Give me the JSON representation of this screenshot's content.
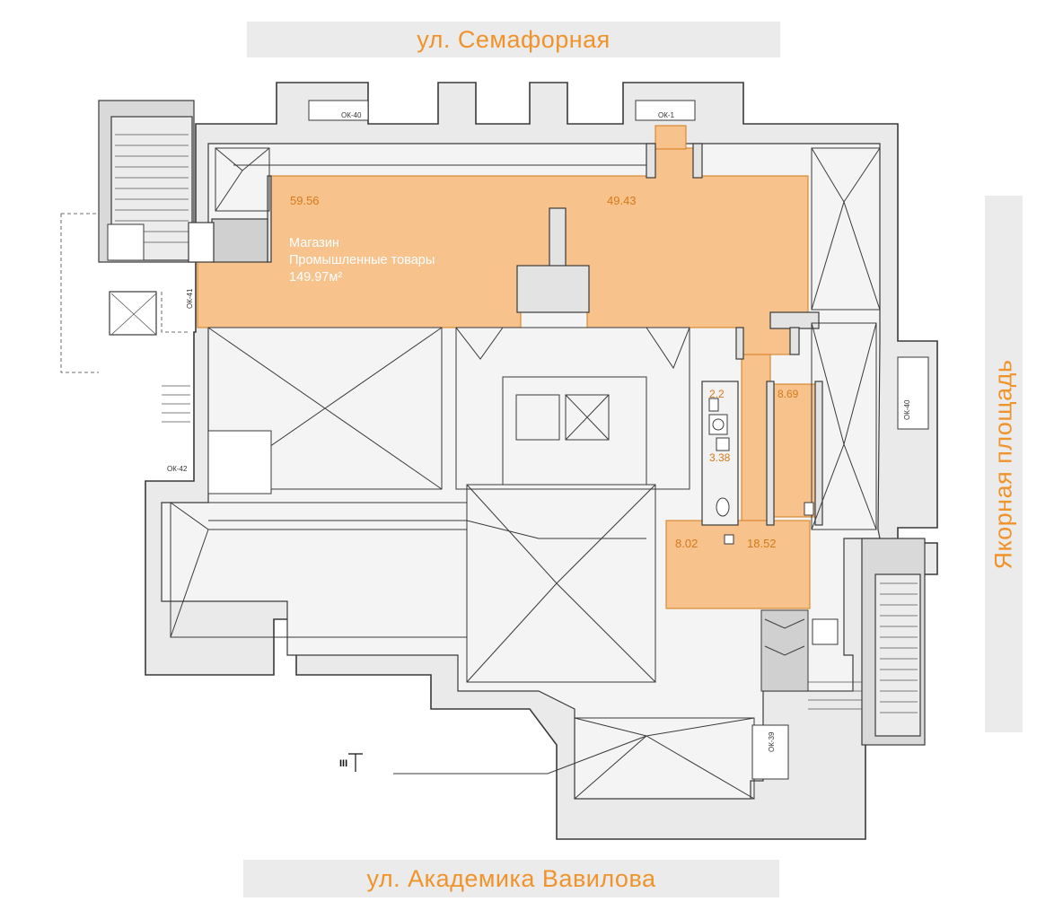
{
  "streets": {
    "top": "ул. Семафорная",
    "bottom": "ул. Академика Вавилова",
    "right": "Якорная площадь"
  },
  "shop": {
    "name": "Магазин",
    "type": "Промышленные товары",
    "area": "149.97м²"
  },
  "rooms": [
    {
      "id": "r1",
      "area": "59.56"
    },
    {
      "id": "r2",
      "area": "49.43"
    },
    {
      "id": "r3",
      "area": "2.2"
    },
    {
      "id": "r4",
      "area": "8.69"
    },
    {
      "id": "r5",
      "area": "3.38"
    },
    {
      "id": "r6",
      "area": "8.02"
    },
    {
      "id": "r7",
      "area": "18.52"
    }
  ],
  "windows": {
    "ok40_top": "ОК-40",
    "ok1": "ОК-1",
    "ok41": "ОК-41",
    "ok42": "ОК-42",
    "ok40_right": "ОК-40",
    "ok39": "ОК-39"
  },
  "axis_mark": "III",
  "colors": {
    "accent": "#f0932b",
    "highlight": "#f7c28c",
    "wall": "#e9e9e9",
    "line": "#3a3a3a"
  }
}
